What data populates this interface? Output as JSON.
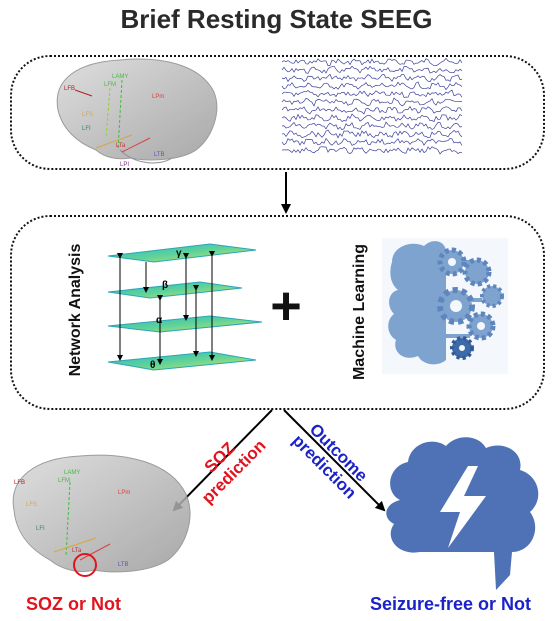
{
  "title": "Brief Resting State SEEG",
  "network_label": "Network Analysis",
  "ml_label": "Machine Learning",
  "plus_sign": "+",
  "layers": {
    "gamma": "γ",
    "beta": "β",
    "alpha": "α",
    "theta": "θ"
  },
  "soz_prediction": {
    "line1": "SOZ",
    "line2": "prediction"
  },
  "outcome_prediction": {
    "line1": "Outcome",
    "line2": "prediction"
  },
  "soz_result": "SOZ or Not",
  "seizure_result": "Seizure-free or Not",
  "electrodes": {
    "lfb": "LFB",
    "lamy": "LAMY",
    "lfm": "LFM",
    "lpm": "LPm",
    "lpi": "LPI",
    "lfi": "LFI",
    "lta": "LTa",
    "ltb": "LTB",
    "lfs": "LFS"
  },
  "colors": {
    "soz": "#e0141e",
    "outcome": "#1a22c8",
    "brain_icon": "#4f71b6",
    "gears": "#7fa3cf",
    "eeg": "#3b3f9a"
  }
}
